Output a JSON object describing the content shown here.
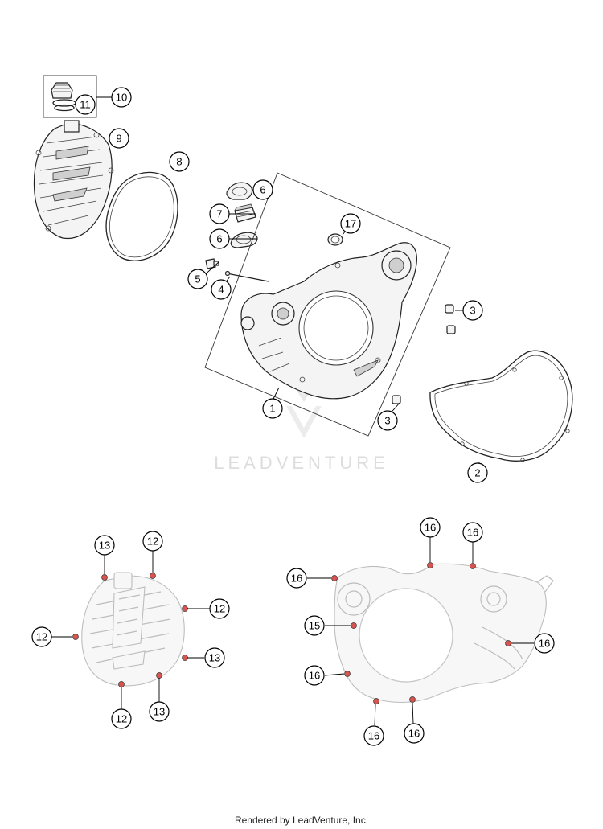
{
  "watermark": "LEADVENTURE",
  "footer": "Rendered by LeadVenture, Inc.",
  "callouts": {
    "c10": "10",
    "c11": "11",
    "c9": "9",
    "c8": "8",
    "c6a": "6",
    "c7": "7",
    "c6b": "6",
    "c17": "17",
    "c5": "5",
    "c4": "4",
    "c3a": "3",
    "c3b": "3",
    "c1": "1",
    "c2": "2",
    "c13a": "13",
    "c12a": "12",
    "c12b": "12",
    "c12c": "12",
    "c13b": "13",
    "c12d": "12",
    "c13c": "13",
    "c16a": "16",
    "c16b": "16",
    "c16c": "16",
    "c15": "15",
    "c16d": "16",
    "c16e": "16",
    "c16f": "16",
    "c16g": "16"
  }
}
